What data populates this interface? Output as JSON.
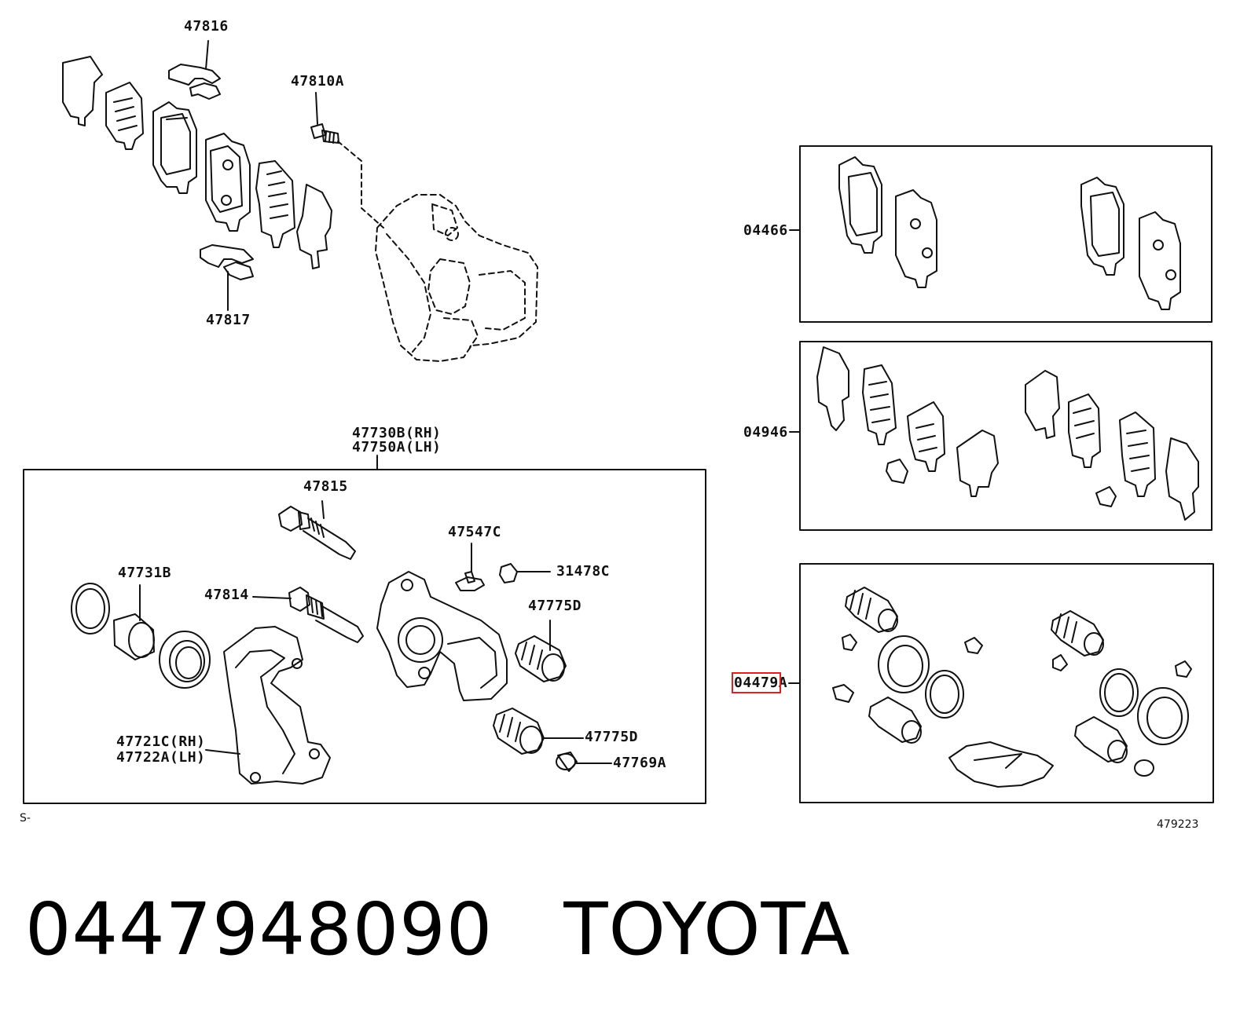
{
  "callouts": {
    "c47816": "47816",
    "c47810A": "47810A",
    "c47817": "47817",
    "c47730B": "47730B(RH)",
    "c47750A": "47750A(LH)",
    "c47815": "47815",
    "c47547C": "47547C",
    "c31478C": "31478C",
    "c47731B": "47731B",
    "c47814": "47814",
    "c47775D_a": "47775D",
    "c47775D_b": "47775D",
    "c47721C": "47721C(RH)",
    "c47722A": "47722A(LH)",
    "c47769A": "47769A",
    "c04466": "04466",
    "c04946": "04946",
    "c04479A_box": "04479",
    "c04479A_tail": "A"
  },
  "marks": {
    "s_mark": "S-",
    "diagram_number": "479223"
  },
  "footer": {
    "part_number": "0447948090",
    "brand": "TOYOTA"
  },
  "colors": {
    "highlight": "#e02020",
    "line": "#111111"
  }
}
